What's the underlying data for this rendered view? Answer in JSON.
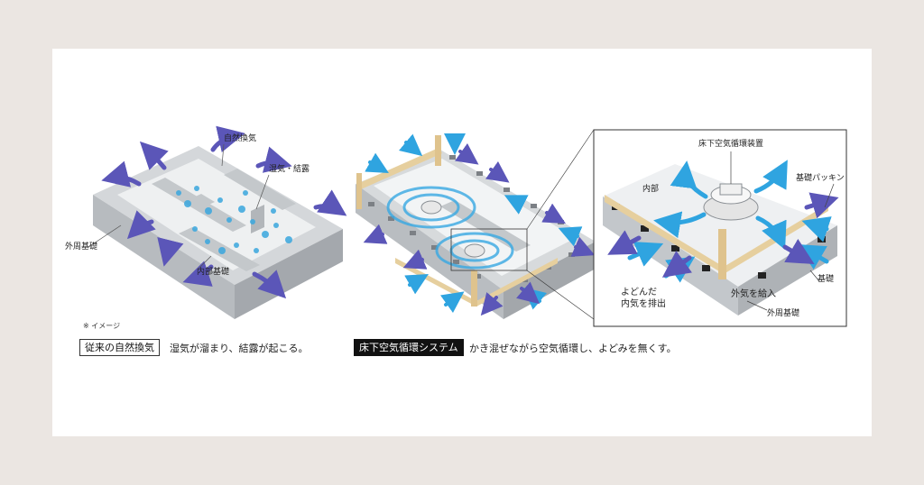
{
  "left_diagram": {
    "label_natural_ventilation": "自然換気",
    "label_humidity": "湿気・結露",
    "label_outer_foundation": "外周基礎",
    "label_inner_foundation": "内部基礎",
    "note": "※ イメージ"
  },
  "middle_diagram": {},
  "inset": {
    "label_device": "床下空気循環装置",
    "label_inner": "内部",
    "label_packing": "基礎パッキン",
    "label_exhaust": "よどんだ\n内気を排出",
    "label_intake": "外気を給入",
    "label_foundation": "基礎",
    "label_outer_foundation": "外周基礎"
  },
  "captions": {
    "left_title": "従来の自然換気",
    "left_text": "湿気が溜まり、結露が起こる。",
    "right_title": "床下空気循環システム",
    "right_text": "かき混ぜながら空気循環し、よどみを無くす。"
  },
  "colors": {
    "background": "#ebe6e2",
    "card": "#ffffff",
    "concrete": "#c9cccf",
    "concrete_dark": "#9ea2a6",
    "airflow_blue": "#2fa4e0",
    "exhaust_purple": "#5b56b8",
    "wood": "#e6cf9e"
  }
}
